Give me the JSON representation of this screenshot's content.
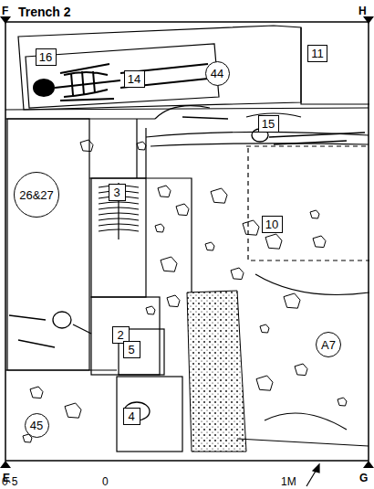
{
  "diagram": {
    "nodes": [
      {
        "text": [
          "16"
        ]
      },
      {
        "text": [
          "14"
        ]
      },
      {
        "text": [
          "11"
        ]
      },
      {
        "text": [
          "44"
        ]
      },
      {
        "text": [
          "15"
        ]
      },
      {
        "text": [
          "26&27"
        ]
      },
      {
        "text": [
          "3"
        ]
      },
      {
        "text": [
          "10"
        ]
      },
      {
        "text": [
          "2"
        ]
      },
      {
        "text": [
          "5"
        ]
      },
      {
        "text": [
          "A7"
        ]
      },
      {
        "text": [
          "45"
        ]
      },
      {
        "text": [
          "4"
        ]
      }
    ],
    "labels": [
      "Trench 2",
      "F",
      "H",
      "E",
      "G",
      "0·5",
      "0",
      "1M"
    ]
  }
}
